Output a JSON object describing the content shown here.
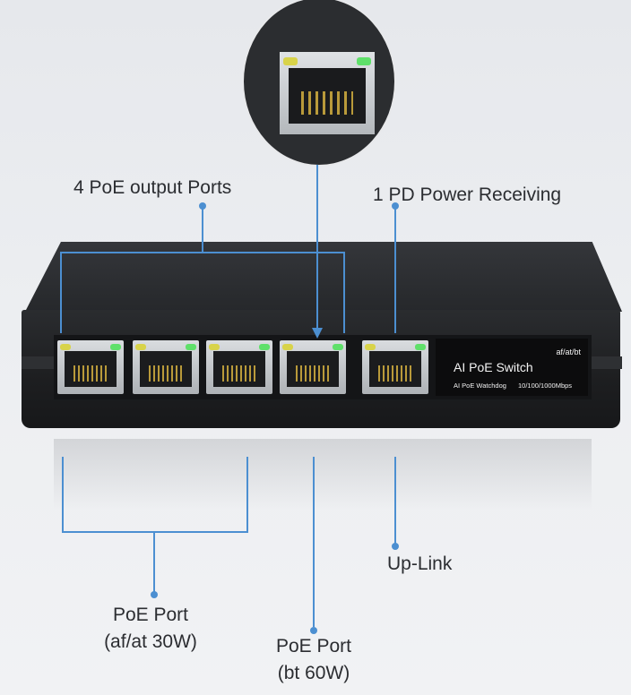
{
  "labels": {
    "poe_outputs": "4 PoE output Ports",
    "pd_power": "1 PD Power Receiving",
    "uplink": "Up-Link",
    "poe_port_30w_line1": "PoE Port",
    "poe_port_30w_line2": "(af/at 30W)",
    "poe_port_60w_line1": "PoE Port",
    "poe_port_60w_line2": "(bt 60W)"
  },
  "device_label": {
    "standard": "af/at/bt",
    "name": "AI PoE Switch",
    "feature": "AI PoE Watchdog",
    "speed": "10/100/1000Mbps"
  },
  "colors": {
    "annotation_line": "#4c8fd1",
    "led_yellow": "#d8d34a",
    "led_green": "#5fe06a"
  }
}
